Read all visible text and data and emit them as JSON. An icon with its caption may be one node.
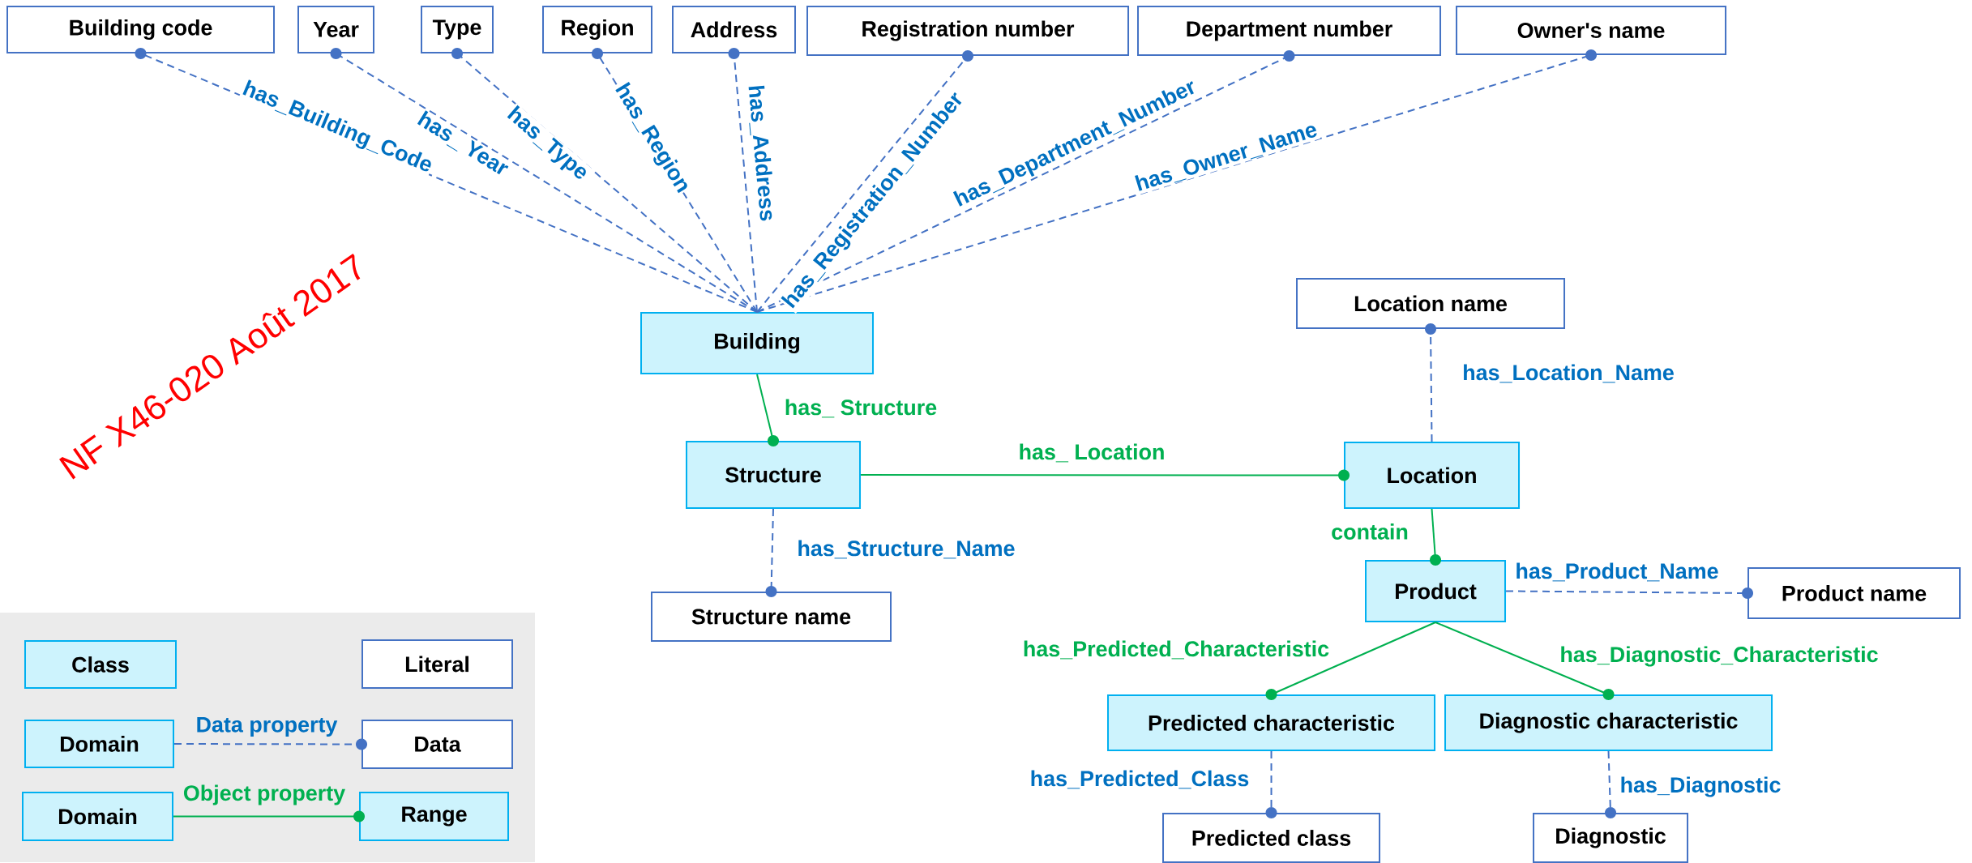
{
  "diagram": {
    "nodes": [
      {
        "text": [
          "Building code"
        ]
      },
      {
        "text": [
          "Year"
        ]
      },
      {
        "text": [
          "Type"
        ]
      },
      {
        "text": [
          "Region"
        ]
      },
      {
        "text": [
          "Address"
        ]
      },
      {
        "text": [
          "Registration number"
        ]
      },
      {
        "text": [
          "Department number"
        ]
      },
      {
        "text": [
          "Owner's name"
        ]
      },
      {
        "text": [
          "Building"
        ]
      },
      {
        "text": [
          "Structure"
        ]
      },
      {
        "text": [
          "Structure name"
        ]
      },
      {
        "text": [
          "Location name"
        ]
      },
      {
        "text": [
          "Location"
        ]
      },
      {
        "text": [
          "Product"
        ]
      },
      {
        "text": [
          "Product name"
        ]
      },
      {
        "text": [
          "Predicted characteristic"
        ]
      },
      {
        "text": [
          "Diagnostic characteristic"
        ]
      },
      {
        "text": [
          "Predicted class"
        ]
      },
      {
        "text": [
          "Diagnostic"
        ]
      },
      {
        "text": [
          "Class"
        ]
      },
      {
        "text": [
          "Literal"
        ]
      },
      {
        "text": [
          "Domain"
        ]
      },
      {
        "text": [
          "Data"
        ]
      },
      {
        "text": [
          "Domain"
        ]
      },
      {
        "text": [
          "Range"
        ]
      }
    ],
    "edges": [
      {
        "from": 8,
        "to": 0,
        "arrow": "other",
        "label": "has_Building_Code",
        "style": "dashed"
      },
      {
        "from": 8,
        "to": 1,
        "arrow": "other",
        "label": "has_ Year",
        "style": "dashed"
      },
      {
        "from": 8,
        "to": 2,
        "arrow": "other",
        "label": "has_Type",
        "style": "dashed"
      },
      {
        "from": 8,
        "to": 3,
        "arrow": "other",
        "label": "has_Region",
        "style": "dashed"
      },
      {
        "from": 8,
        "to": 4,
        "arrow": "other",
        "label": "has_Address",
        "style": "dashed"
      },
      {
        "from": 8,
        "to": 5,
        "arrow": "other",
        "label": "has_Registration_Number",
        "style": "dashed"
      },
      {
        "from": 8,
        "to": 6,
        "arrow": "other",
        "label": "has_Department_Number",
        "style": "dashed"
      },
      {
        "from": 8,
        "to": 7,
        "arrow": "other",
        "label": "has_Owner_Name",
        "style": "dashed"
      },
      {
        "from": 8,
        "to": 9,
        "arrow": "other",
        "label": "has_ Structure",
        "color": "#00b050"
      },
      {
        "from": 9,
        "to": 12,
        "arrow": "other",
        "label": "has_ Location",
        "color": "#00b050"
      },
      {
        "from": 9,
        "to": 10,
        "arrow": "other",
        "label": "has_Structure_Name",
        "style": "dashed"
      },
      {
        "from": 12,
        "to": 11,
        "arrow": "other",
        "label": "has_Location_Name",
        "style": "dashed"
      },
      {
        "from": 12,
        "to": 13,
        "arrow": "other",
        "label": "contain",
        "color": "#00b050"
      },
      {
        "from": 13,
        "to": 14,
        "arrow": "other",
        "label": "has_Product_Name",
        "style": "dashed"
      },
      {
        "from": 13,
        "to": 15,
        "arrow": "other",
        "label": "has_Predicted_Characteristic",
        "color": "#00b050"
      },
      {
        "from": 13,
        "to": 16,
        "arrow": "other",
        "label": "has_Diagnostic_Characteristic",
        "color": "#00b050"
      },
      {
        "from": 15,
        "to": 17,
        "arrow": "other",
        "label": "has_Predicted_Class",
        "style": "dashed"
      },
      {
        "from": 16,
        "to": 18,
        "arrow": "other",
        "label": "has_Diagnostic",
        "style": "dashed"
      },
      {
        "from": 21,
        "to": 22,
        "arrow": "other",
        "label": "Data property",
        "style": "dashed"
      },
      {
        "from": 23,
        "to": 24,
        "arrow": "other",
        "label": "Object property",
        "color": "#00b050"
      }
    ],
    "labels": [
      "NF X46-020 Août 2017"
    ]
  }
}
